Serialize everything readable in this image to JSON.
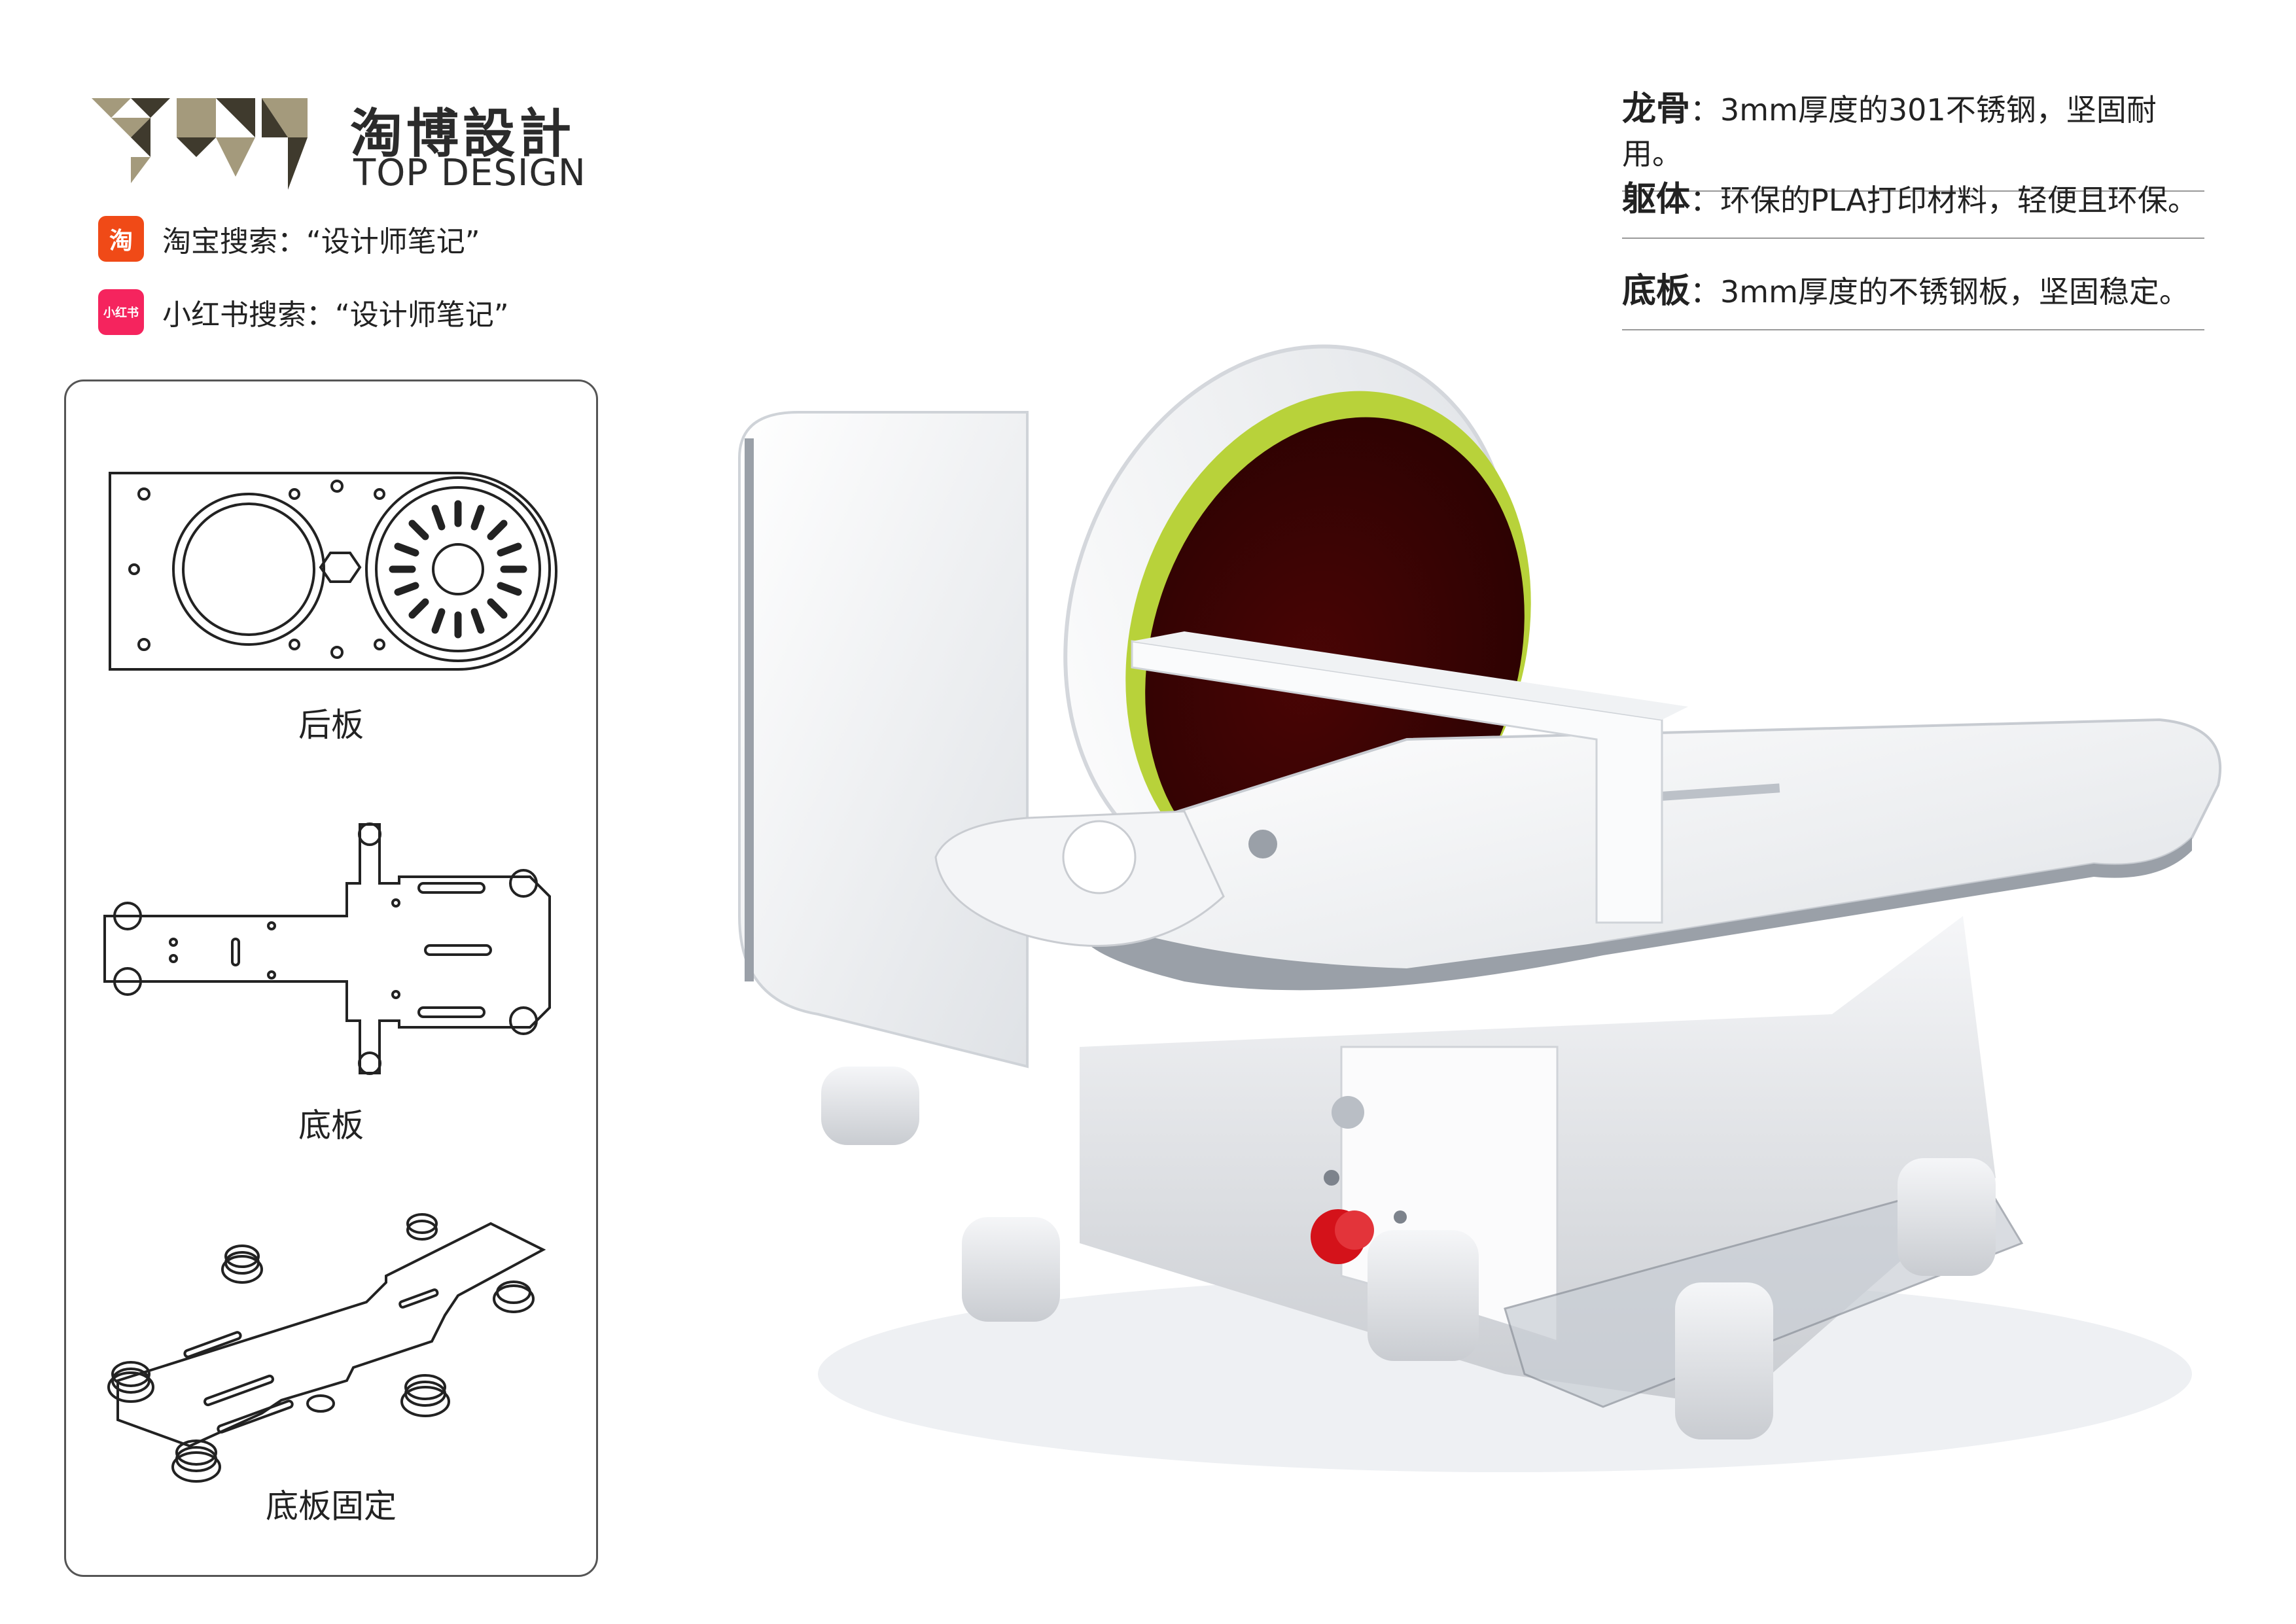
{
  "brand": {
    "name_cn": "淘博設計",
    "name_en": "TOP DESIGN"
  },
  "shops": [
    {
      "icon": "taobao-icon",
      "icon_text": "淘",
      "color": "#f04a17",
      "text": "淘宝搜索：“设计师笔记”"
    },
    {
      "icon": "xiaohongshu-icon",
      "icon_text": "小红书",
      "color": "#f5245e",
      "text": "小红书搜索：“设计师笔记”"
    }
  ],
  "parts": [
    {
      "caption": "后板"
    },
    {
      "caption": "底板"
    },
    {
      "caption": "底板固定"
    }
  ],
  "specs": [
    {
      "label": "龙骨",
      "text": "：3mm厚度的301不锈钢，坚固耐用。"
    },
    {
      "label": "躯体",
      "text": "：环保的PLA打印材料，轻便且环保。"
    },
    {
      "label": "底板",
      "text": "：3mm厚度的不锈钢板，坚固稳定。"
    }
  ],
  "colors": {
    "logo_gold": "#a49a7c",
    "logo_dark": "#3f3a2d",
    "disc_red": "#3d0303",
    "disc_ring": "#b8d23a",
    "button_red": "#d4121a"
  }
}
